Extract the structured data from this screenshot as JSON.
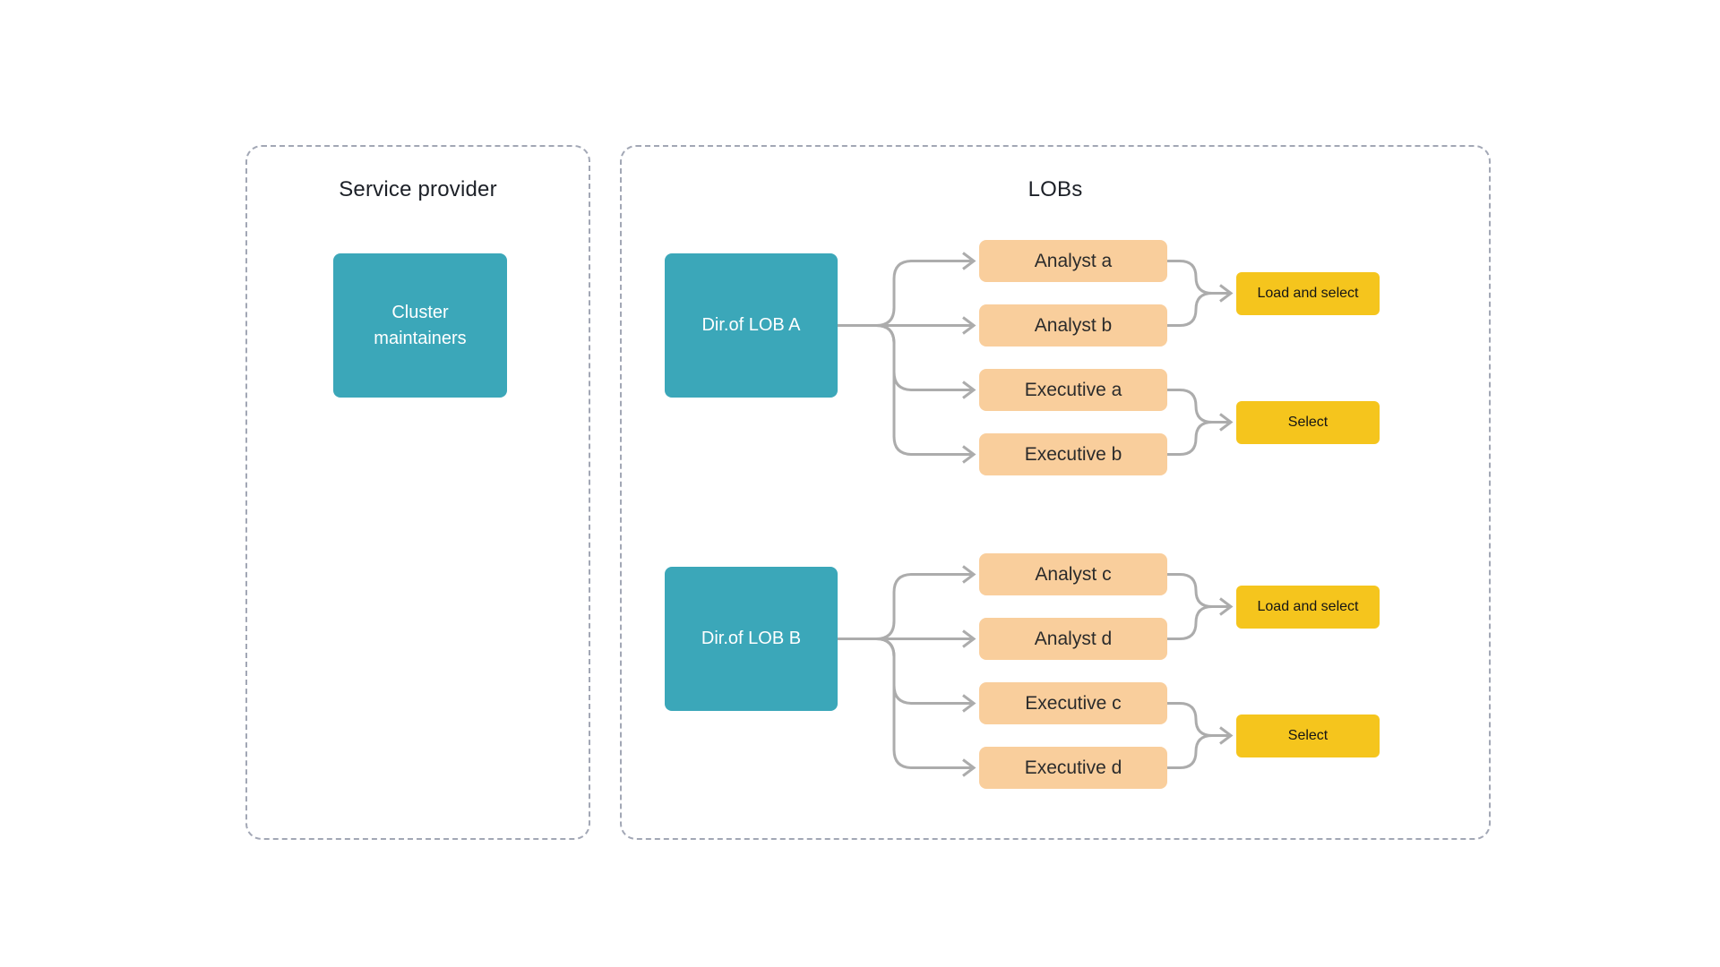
{
  "theme": {
    "bg": "#ffffff",
    "teal": "#3ba7b9",
    "teal-text": "#ffffff",
    "orange": "#f9ce9c",
    "orange-text": "#2b2b2b",
    "yellow": "#f5c51d",
    "yellow-text": "#151515",
    "connector": "#acacac",
    "panel-border": "#a2a7b5",
    "title-color": "#1c2027"
  },
  "service_provider": {
    "title": "Service provider",
    "node_label": "Cluster maintainers"
  },
  "lobs": {
    "title": "LOBs",
    "groups": [
      {
        "director": "Dir.of LOB A",
        "members": [
          "Analyst a",
          "Analyst b",
          "Executive a",
          "Executive b"
        ],
        "actions": [
          "Load and select",
          "Select"
        ]
      },
      {
        "director": "Dir.of LOB B",
        "members": [
          "Analyst c",
          "Analyst d",
          "Executive c",
          "Executive d"
        ],
        "actions": [
          "Load and select",
          "Select"
        ]
      }
    ]
  }
}
